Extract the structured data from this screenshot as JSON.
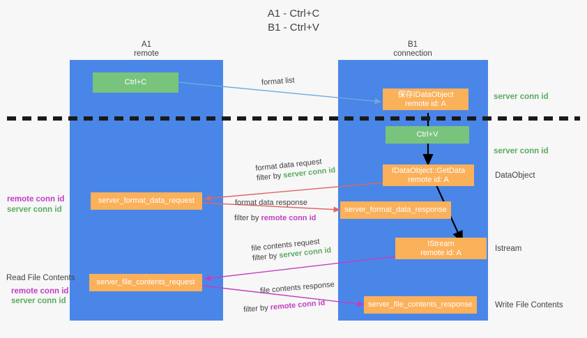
{
  "title": {
    "line1": "A1 - Ctrl+C",
    "line2": "B1 - Ctrl+V"
  },
  "colors": {
    "lane": "#4a86e8",
    "green_box": "#78c47d",
    "orange_box": "#fbb05a",
    "server_conn_id": "#5aab5f",
    "remote_conn_id": "#c13fc1",
    "arrow_light_blue": "#6fa8dc",
    "arrow_red": "#e06666",
    "arrow_magenta": "#c13fc1",
    "arrow_black": "#000000",
    "background": "#f7f7f7"
  },
  "lanes": [
    {
      "id": "a1",
      "title": "A1",
      "subtitle": "remote"
    },
    {
      "id": "b1",
      "title": "B1",
      "subtitle": "connection"
    }
  ],
  "nodes": [
    {
      "id": "ctrl-c",
      "line1": "Ctrl+C",
      "line2": "",
      "color": "green"
    },
    {
      "id": "idataobject-store",
      "line1": "保存IDataObject",
      "line2": "remote id: A",
      "color": "orange"
    },
    {
      "id": "ctrl-v",
      "line1": "Ctrl+V",
      "line2": "",
      "color": "green"
    },
    {
      "id": "idataobject-getdata",
      "line1": "IDataObject::GetData",
      "line2": "remote id: A",
      "color": "orange"
    },
    {
      "id": "server-format-data-request",
      "line1": "server_format_data_request",
      "line2": "",
      "color": "orange"
    },
    {
      "id": "server-format-data-response",
      "line1": "server_format_data_response",
      "line2": "",
      "color": "orange"
    },
    {
      "id": "istream",
      "line1": "IStream",
      "line2": "remote id: A",
      "color": "orange"
    },
    {
      "id": "server-file-contents-request",
      "line1": "server_file_contents_request",
      "line2": "",
      "color": "orange"
    },
    {
      "id": "server-file-contents-response",
      "line1": "server_file_contents_response",
      "line2": "",
      "color": "orange"
    }
  ],
  "right_labels": [
    {
      "id": "server-conn-id-1",
      "text": "server conn id",
      "style": "green"
    },
    {
      "id": "server-conn-id-2",
      "text": "server conn id",
      "style": "green"
    },
    {
      "id": "dataobject",
      "text": "DataObject",
      "style": "plain"
    },
    {
      "id": "istream",
      "text": "Istream",
      "style": "plain"
    },
    {
      "id": "write-file",
      "text": "Write File Contents",
      "style": "plain"
    }
  ],
  "left_labels": [
    {
      "id": "remote-conn-id-1",
      "text": "remote conn id",
      "style": "magenta"
    },
    {
      "id": "server-conn-id-1",
      "text": "server conn id",
      "style": "green"
    },
    {
      "id": "read-file",
      "text": "Read File Contents",
      "style": "plain"
    },
    {
      "id": "remote-conn-id-2",
      "text": "remote conn id",
      "style": "magenta"
    },
    {
      "id": "server-conn-id-2",
      "text": "server conn id",
      "style": "green"
    }
  ],
  "edge_labels": [
    {
      "id": "format-list",
      "text": "format list",
      "filter_prefix": "",
      "filter_value": "",
      "filter_style": ""
    },
    {
      "id": "format-data-request",
      "text": "format data request",
      "filter_prefix": "filter by ",
      "filter_value": "server conn id",
      "filter_style": "green"
    },
    {
      "id": "format-data-response",
      "text": "format data response",
      "filter_prefix": "filter by ",
      "filter_value": "remote conn id",
      "filter_style": "magenta"
    },
    {
      "id": "file-contents-request",
      "text": "file contents request",
      "filter_prefix": "filter by ",
      "filter_value": "server conn id",
      "filter_style": "green"
    },
    {
      "id": "file-contents-response",
      "text": "file contents response",
      "filter_prefix": "filter by ",
      "filter_value": "remote conn id",
      "filter_style": "magenta"
    }
  ]
}
